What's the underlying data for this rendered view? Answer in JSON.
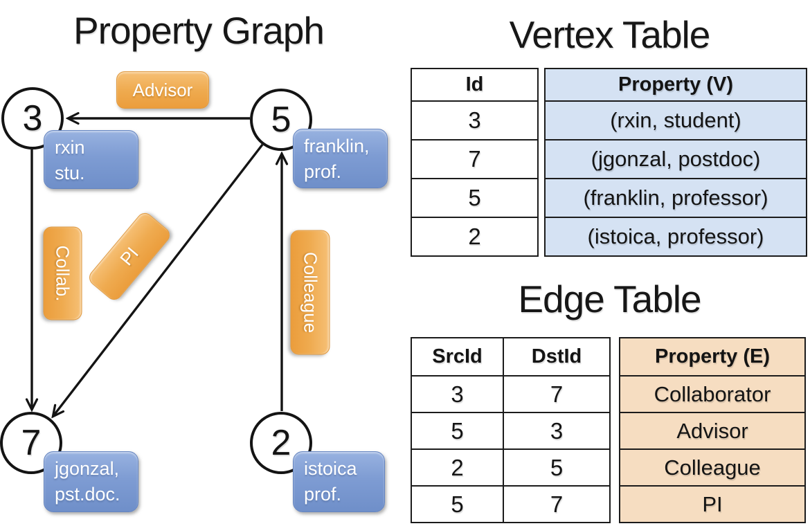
{
  "graph": {
    "title": "Property Graph",
    "nodes": [
      {
        "id": "3",
        "line1": "rxin",
        "line2": "stu."
      },
      {
        "id": "5",
        "line1": "franklin,",
        "line2": "prof."
      },
      {
        "id": "7",
        "line1": "jgonzal,",
        "line2": "pst.doc."
      },
      {
        "id": "2",
        "line1": "istoica",
        "line2": "prof."
      }
    ],
    "edges": [
      {
        "src": "5",
        "dst": "3",
        "label": "Advisor"
      },
      {
        "src": "3",
        "dst": "7",
        "label": "Collab."
      },
      {
        "src": "5",
        "dst": "7",
        "label": "PI"
      },
      {
        "src": "2",
        "dst": "5",
        "label": "Colleague"
      }
    ]
  },
  "vertex_table": {
    "title": "Vertex Table",
    "columns": [
      "Id",
      "Property (V)"
    ],
    "rows": [
      [
        "3",
        "(rxin, student)"
      ],
      [
        "7",
        "(jgonzal, postdoc)"
      ],
      [
        "5",
        "(franklin, professor)"
      ],
      [
        "2",
        "(istoica, professor)"
      ]
    ]
  },
  "edge_table": {
    "title": "Edge Table",
    "columns": [
      "SrcId",
      "DstId",
      "Property (E)"
    ],
    "rows": [
      [
        "3",
        "7",
        "Collaborator"
      ],
      [
        "5",
        "3",
        "Advisor"
      ],
      [
        "2",
        "5",
        "Colleague"
      ],
      [
        "5",
        "7",
        "PI"
      ]
    ]
  },
  "colors": {
    "edge_label_orange": "#EFA84C",
    "vertex_label_blue": "#7E9DD3",
    "vertex_property_cell_bg": "#D5E2F3",
    "edge_property_cell_bg": "#F6DDC1",
    "line_black": "#141414"
  }
}
